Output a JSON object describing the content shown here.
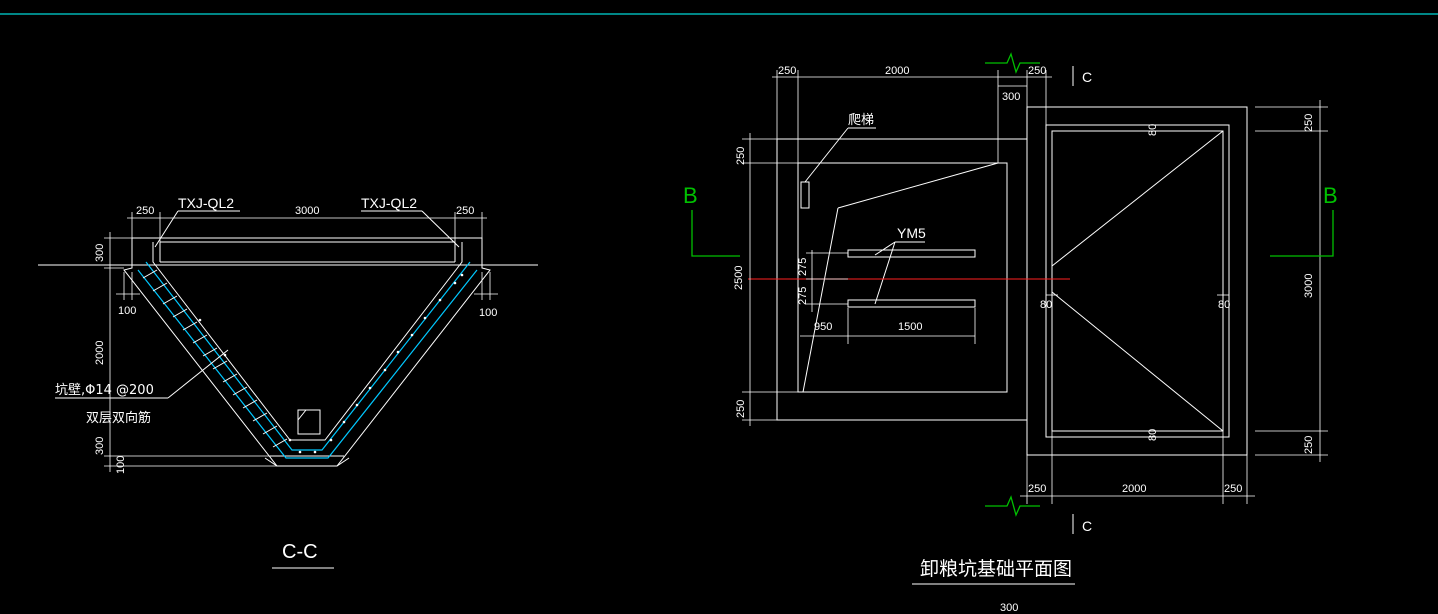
{
  "section_cc": {
    "dim_top_left": "250",
    "dim_top_mid": "3000",
    "dim_top_right": "250",
    "ring_beam_left": "TXJ-QL2",
    "ring_beam_right": "TXJ-QL2",
    "dim_left_300": "300",
    "dim_left_2000": "2000",
    "dim_left_300b": "300",
    "dim_left_100b": "100",
    "dim_100_left": "100",
    "dim_100_right": "100",
    "rebar_note_1": "坑壁,Φ14 @200",
    "rebar_note_2": "双层双向筋",
    "title": "C-C"
  },
  "plan": {
    "dim_top_250_left": "250",
    "dim_top_2000": "2000",
    "dim_top_250_right": "250",
    "dim_300_top": "300",
    "ladder_label": "爬梯",
    "dim_left_250_top": "250",
    "dim_left_2500": "2500",
    "dim_left_250_bottom": "250",
    "ym5_label": "YM5",
    "dim_275_a": "275",
    "dim_275_b": "275",
    "dim_950": "950",
    "dim_1500": "1500",
    "dim_80_top": "80",
    "dim_80_left": "80",
    "dim_80_right": "80",
    "dim_80_bottom": "80",
    "dim_right_250_top": "250",
    "dim_right_3000": "3000",
    "dim_right_250_bottom": "250",
    "dim_bottom_250_left": "250",
    "dim_bottom_2000": "2000",
    "dim_bottom_250_right": "250",
    "section_mark_c_top": "C",
    "section_mark_c_bottom": "C",
    "section_mark_b_left": "B",
    "section_mark_b_right": "B",
    "title": "卸粮坑基础平面图",
    "dim_bottom_300": "300"
  },
  "colors": {
    "background": "#000000",
    "lines": "#ffffff",
    "section_marks": "#00c000",
    "rebar": "#00c8ff",
    "axis": "#ff2020",
    "top_border": "#00b4b4"
  }
}
